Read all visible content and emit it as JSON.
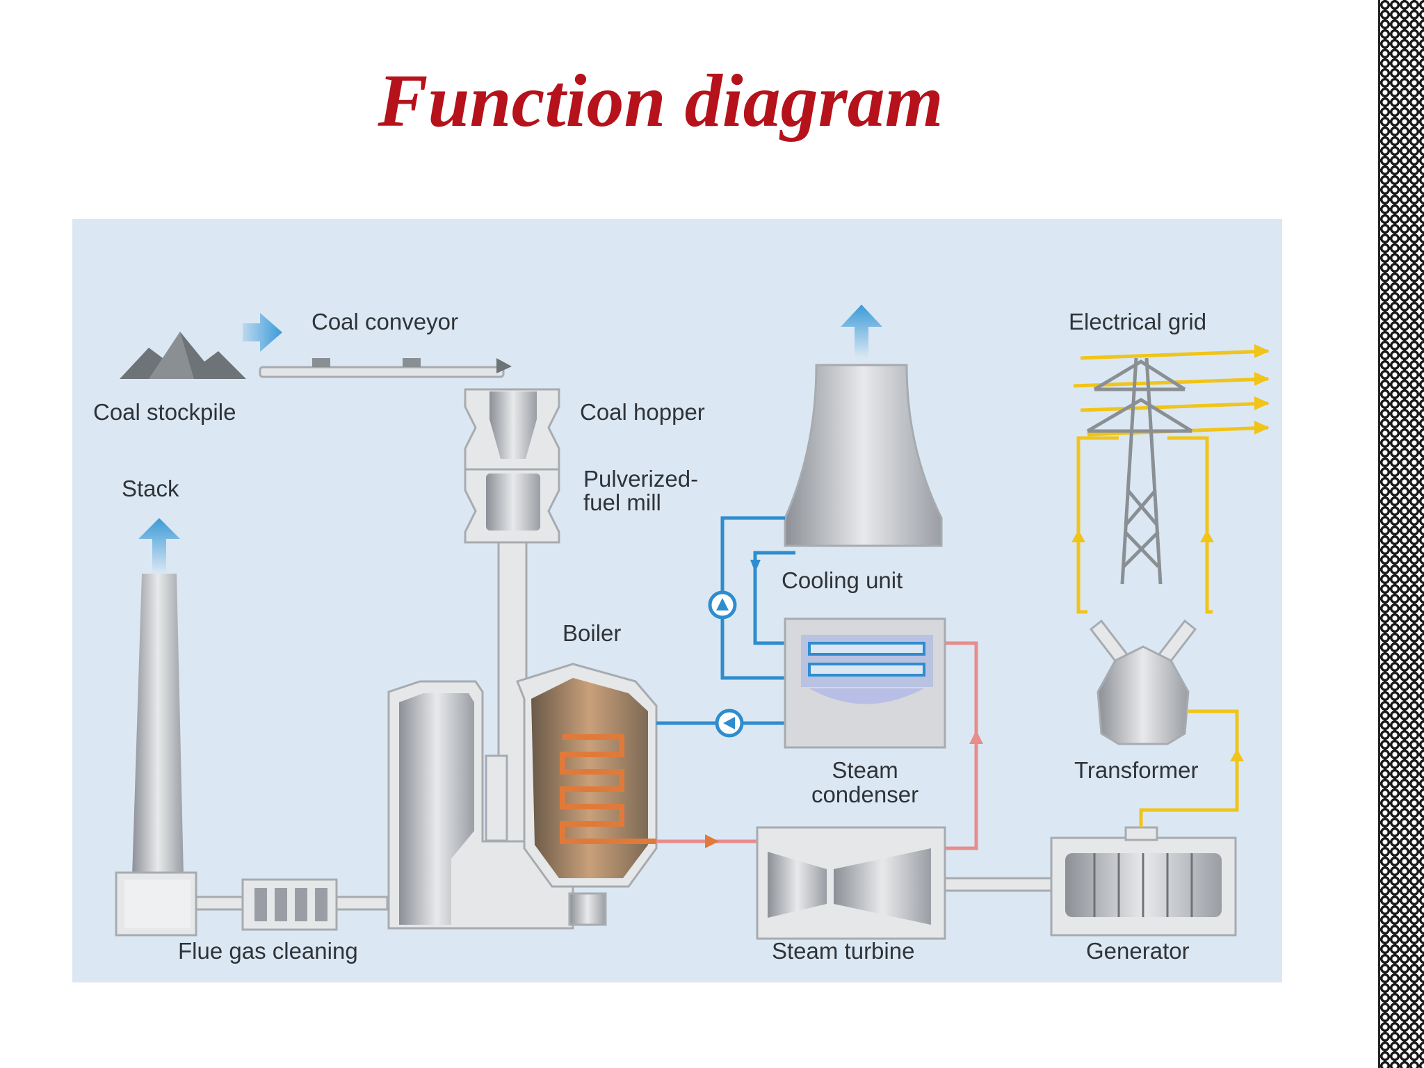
{
  "title": "Function diagram",
  "labels": {
    "coal_conveyor": "Coal conveyor",
    "coal_stockpile": "Coal stockpile",
    "coal_hopper": "Coal hopper",
    "pulverized_line1": "Pulverized-",
    "pulverized_line2": "fuel mill",
    "stack": "Stack",
    "boiler": "Boiler",
    "cooling_unit": "Cooling unit",
    "electrical_grid": "Electrical grid",
    "steam_condenser_line1": "Steam",
    "steam_condenser_line2": "condenser",
    "transformer": "Transformer",
    "flue_gas_cleaning": "Flue gas cleaning",
    "steam_turbine": "Steam turbine",
    "generator": "Generator"
  },
  "colors": {
    "title": "#b5121b",
    "panel_bg": "#dbe8f3",
    "water_line": "#2e8ccf",
    "steam_line": "#e88c8c",
    "power_line": "#f0c419",
    "equipment": "#c7c9cc",
    "boiler_coil": "#e07a3a"
  }
}
